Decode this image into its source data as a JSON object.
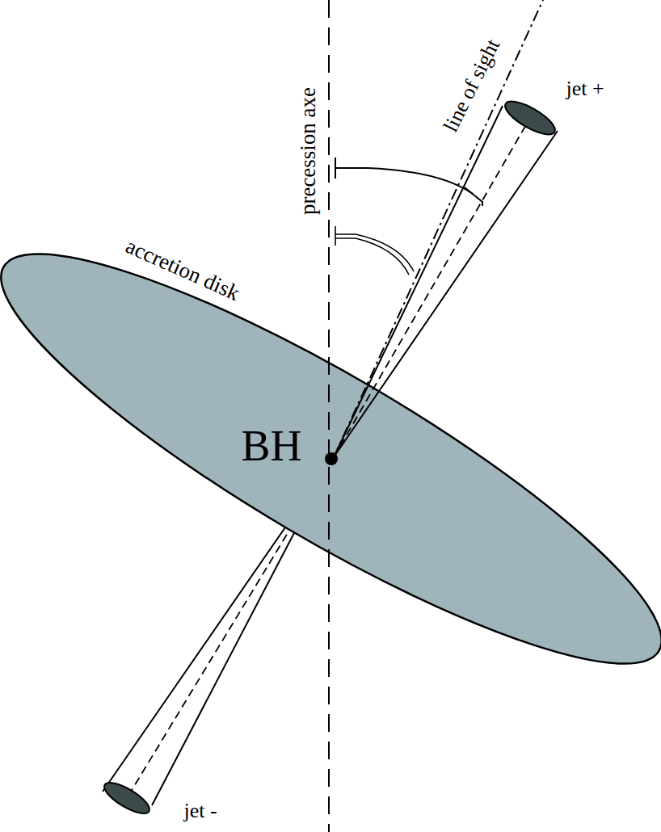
{
  "diagram": {
    "labels": [
      "line of sight",
      "jet +",
      "precession axe",
      "accretion disk",
      "BH",
      "jet -"
    ]
  }
}
